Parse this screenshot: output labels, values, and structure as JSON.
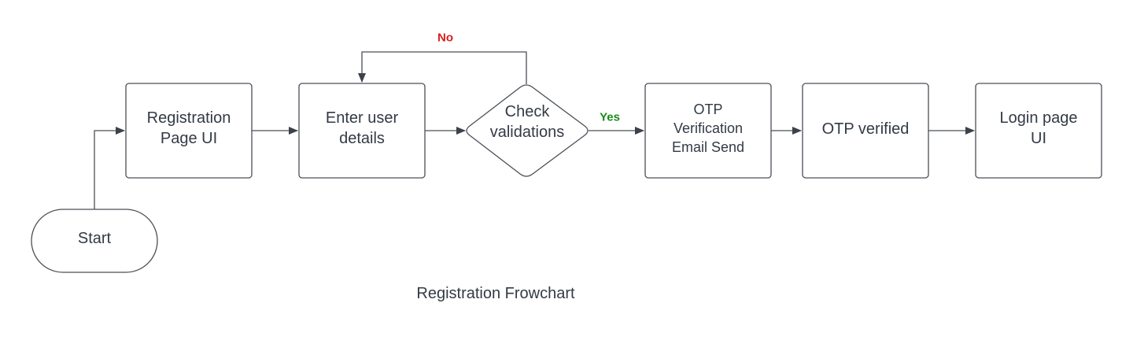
{
  "diagram": {
    "caption": "Registration Frowchart",
    "nodes": {
      "start": {
        "label": "Start"
      },
      "registration_page": {
        "lines": [
          "Registration",
          "Page UI"
        ]
      },
      "enter_details": {
        "lines": [
          "Enter user",
          "details"
        ]
      },
      "check_validations": {
        "lines": [
          "Check",
          "validations"
        ]
      },
      "otp_send": {
        "lines": [
          "OTP",
          "Verification",
          "Email Send"
        ]
      },
      "otp_verified": {
        "label": "OTP verified"
      },
      "login_page": {
        "lines": [
          "Login page",
          "UI"
        ]
      }
    },
    "edges": {
      "no": {
        "label": "No",
        "color": "#d91c1c"
      },
      "yes": {
        "label": "Yes",
        "color": "#1a8a1a"
      }
    }
  }
}
